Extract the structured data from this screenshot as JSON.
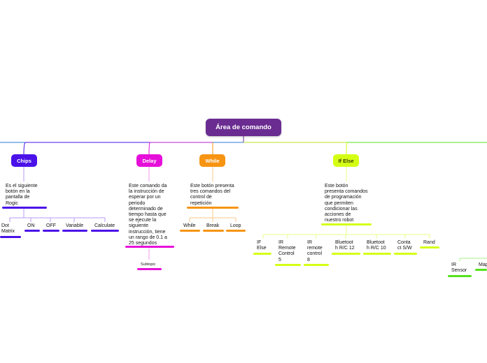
{
  "root": {
    "label": "Área de comando",
    "color": "#6a2c91"
  },
  "branches": [
    {
      "key": "chips",
      "label": "Chips",
      "color": "#4a12e8",
      "description": "Es el siguiente\nbotón en la\npantalla de\nRogic",
      "children": [
        "Dot\nMatrix",
        "ON",
        "OFF",
        "Variable",
        "Calculate"
      ]
    },
    {
      "key": "delay",
      "label": "Delay",
      "color": "#e60fd9",
      "description": "Este comando da\nla instrucción de\nesperar por un\nperiodo\ndeterminado de\ntiempo hasta que\nse ejecute la\nsiguiente\ninstrucción, tiene\nun rango de 0.1 a\n25 segundos",
      "children": [
        "Subtopic"
      ]
    },
    {
      "key": "while",
      "label": "While",
      "color": "#f79412",
      "description": "Este botón presenta\ntres comandos del\ncontrol de\nrepetición",
      "children": [
        "While",
        "Break",
        "Loop"
      ]
    },
    {
      "key": "ifelse",
      "label": "If Else",
      "color": "#d4ff14",
      "description": "Este botón\npresenta comandos\nde programación\nque permiten\ncondicionar las\nacciones de\nnuestro robot",
      "children": [
        "IF\nElse",
        "IR\nRemote\nControl\n5",
        "IR\nremote\ncontrol\n8",
        "Bluetoot\nh R/C 12",
        "Bluetoot\nh R/C 10",
        "Conta\nct S/W",
        "Rand"
      ]
    }
  ],
  "extra_branch": {
    "color": "#55e31b",
    "children": [
      "IR\nSensor",
      "Map"
    ]
  }
}
